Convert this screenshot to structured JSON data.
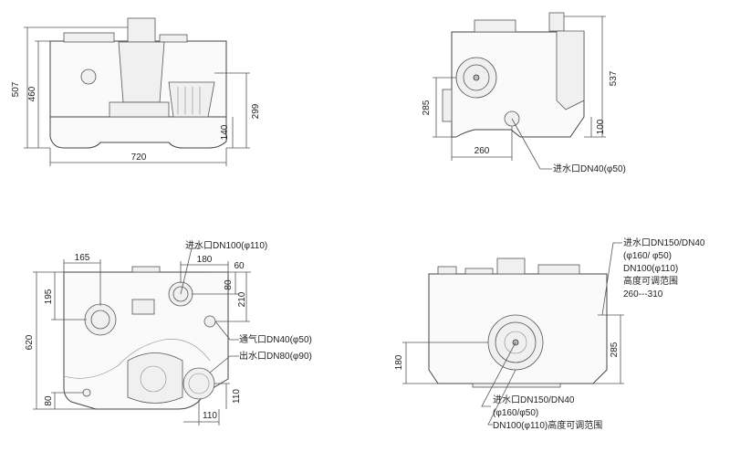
{
  "front": {
    "dims": {
      "h_total": "507",
      "h_body": "460",
      "h_299": "299",
      "h_140": "140",
      "w_720": "720"
    }
  },
  "side": {
    "dims": {
      "h_537": "537",
      "h_285": "285",
      "h_100": "100",
      "w_260": "260"
    },
    "inlet_label": "进水口DN40(φ50)"
  },
  "top": {
    "dims": {
      "d165": "165",
      "d180": "180",
      "d60": "60",
      "d195": "195",
      "d80a": "80",
      "d210": "210",
      "d620": "620",
      "d80b": "80",
      "d110v": "110",
      "d110h": "110"
    },
    "inlet_label": "进水口DN100(φ110)",
    "vent_label": "通气口DN40(φ50)",
    "outlet_label": "出水口DN80(φ90)"
  },
  "rear": {
    "dims": {
      "h_180": "180",
      "h_285": "285"
    },
    "upper_note": [
      "进水口DN150/DN40",
      "(φ160/ φ50)",
      "DN100(φ110)",
      "高度可调范围",
      "260---310"
    ],
    "lower_note": [
      "进水口DN150/DN40",
      "(φ160/φ50)",
      "DN100(φ110)高度可调范围"
    ]
  }
}
